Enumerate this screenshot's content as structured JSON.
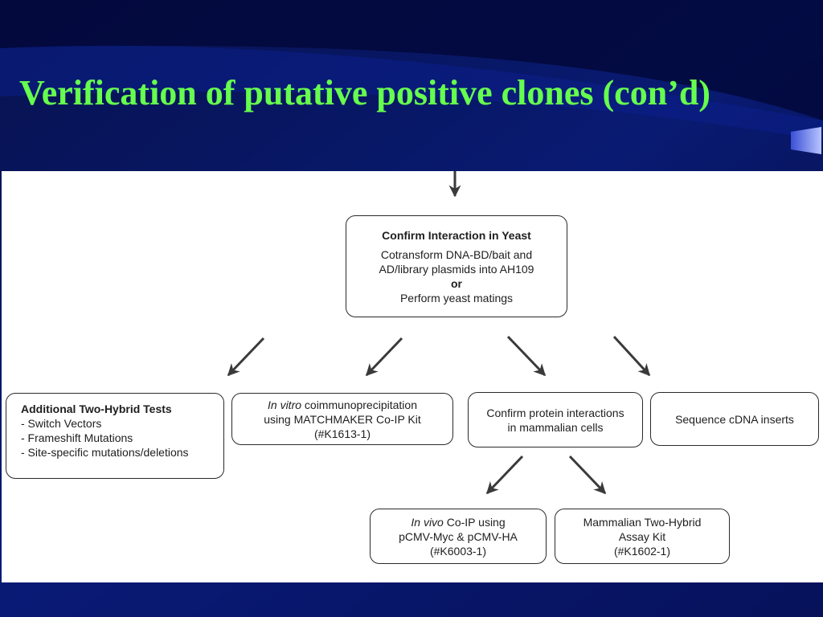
{
  "title": "Verification of putative positive clones (con’d)",
  "colors": {
    "background": "#050a45",
    "title": "#66ff4d",
    "panel": "#ffffff",
    "box_border": "#2a2a2a",
    "arrow": "#3a3a3a"
  },
  "diagram": {
    "confirm_yeast": {
      "heading": "Confirm Interaction in Yeast",
      "line1": "Cotransform DNA-BD/bait and",
      "line2": "AD/library plasmids into AH109",
      "or": "or",
      "line3": "Perform yeast matings"
    },
    "additional_tests": {
      "heading": "Additional Two-Hybrid Tests",
      "items": [
        "- Switch Vectors",
        "- Frameshift Mutations",
        "- Site-specific mutations/deletions"
      ]
    },
    "in_vitro": {
      "italic": "In vitro",
      "rest": " coimmunoprecipitation",
      "line2": "using MATCHMAKER Co-IP Kit",
      "line3": "(#K1613-1)"
    },
    "mammalian_confirm": {
      "line1": "Confirm protein interactions",
      "line2": "in mammalian cells"
    },
    "sequence": {
      "line1": "Sequence cDNA inserts"
    },
    "in_vivo": {
      "italic": "In vivo",
      "rest": " Co-IP using",
      "line2": "pCMV-Myc & pCMV-HA",
      "line3": "(#K6003-1)"
    },
    "mammalian_two_hybrid": {
      "line1": "Mammalian Two-Hybrid",
      "line2": "Assay Kit",
      "line3": "(#K1602-1)"
    }
  }
}
